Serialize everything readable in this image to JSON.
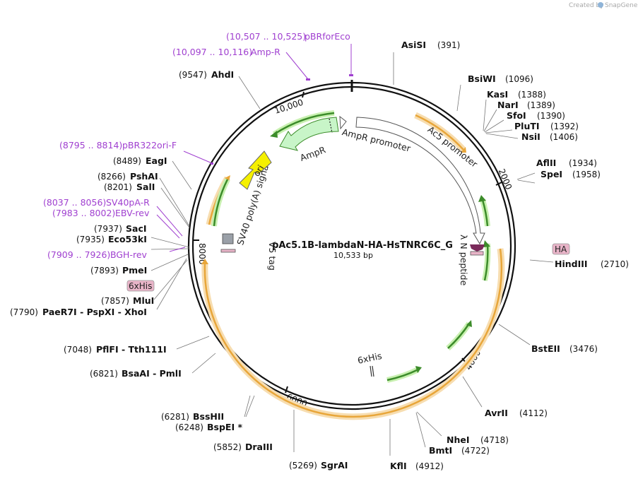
{
  "credit": {
    "created_by": "Created by",
    "brand": "SnapGene"
  },
  "plasmid": {
    "name": "pAc5.1B-lambdaN-HA-HsTNRC6C_G",
    "size": "10,533 bp",
    "length": 10533
  },
  "ruler": [
    {
      "label": "2000",
      "pos": 2000
    },
    {
      "label": "4000",
      "pos": 4000
    },
    {
      "label": "6000",
      "pos": 6000
    },
    {
      "label": "8000",
      "pos": 8000
    },
    {
      "label": "10,000",
      "pos": 10000
    }
  ],
  "enzymes": [
    {
      "name": "AsiSI",
      "num": "(391)",
      "side": "right"
    },
    {
      "name": "BsiWI",
      "num": "(1096)",
      "side": "right"
    },
    {
      "name": "KasI",
      "num": "(1388)",
      "side": "right"
    },
    {
      "name": "NarI",
      "num": "(1389)",
      "side": "right"
    },
    {
      "name": "SfoI",
      "num": "(1390)",
      "side": "right"
    },
    {
      "name": "PluTI",
      "num": "(1392)",
      "side": "right"
    },
    {
      "name": "NsiI",
      "num": "(1406)",
      "side": "right"
    },
    {
      "name": "AflII",
      "num": "(1934)",
      "side": "right"
    },
    {
      "name": "SpeI",
      "num": "(1958)",
      "side": "right"
    },
    {
      "name": "HindIII",
      "num": "(2710)",
      "side": "right"
    },
    {
      "name": "BstEII",
      "num": "(3476)",
      "side": "right"
    },
    {
      "name": "AvrII",
      "num": "(4112)",
      "side": "right"
    },
    {
      "name": "NheI",
      "num": "(4718)",
      "side": "right"
    },
    {
      "name": "BmtI",
      "num": "(4722)",
      "side": "right"
    },
    {
      "name": "KflI",
      "num": "(4912)",
      "side": "right"
    },
    {
      "name": "SgrAI",
      "num": "(5269)",
      "side": "left"
    },
    {
      "name": "DraIII",
      "num": "(5852)",
      "side": "left"
    },
    {
      "name": "BspEI *",
      "num": "(6248)",
      "side": "left"
    },
    {
      "name": "BssHII",
      "num": "(6281)",
      "side": "left"
    },
    {
      "name": "BsaAI  -  PmlI",
      "num": "(6821)",
      "side": "left"
    },
    {
      "name": "PflFI  -  Tth111I",
      "num": "(7048)",
      "side": "left"
    },
    {
      "name": "PaeR7I  -  PspXI  -  XhoI",
      "num": "(7790)",
      "side": "left"
    },
    {
      "name": "MluI",
      "num": "(7857)",
      "side": "left"
    },
    {
      "name": "PmeI",
      "num": "(7893)",
      "side": "left"
    },
    {
      "name": "Eco53kI",
      "num": "(7935)",
      "side": "left"
    },
    {
      "name": "SacI",
      "num": "(7937)",
      "side": "left"
    },
    {
      "name": "SalI",
      "num": "(8201)",
      "side": "left"
    },
    {
      "name": "PshAI",
      "num": "(8266)",
      "side": "left"
    },
    {
      "name": "EagI",
      "num": "(8489)",
      "side": "left"
    },
    {
      "name": "AhdI",
      "num": "(9547)",
      "side": "left"
    }
  ],
  "primers": [
    {
      "range": "(10,507 .. 10,525)",
      "name": "pBRforEco"
    },
    {
      "range": "(10,097 .. 10,116)",
      "name": "Amp-R"
    },
    {
      "range": "(8795 .. 8814)",
      "name": "pBR322ori-F"
    },
    {
      "range": "(8037 .. 8056)",
      "name": "SV40pA-R"
    },
    {
      "range": "(7983 .. 8002)",
      "name": "EBV-rev"
    },
    {
      "range": "(7909 .. 7926)",
      "name": "BGH-rev"
    }
  ],
  "tags": {
    "ha": "HA",
    "six_his": "6xHis"
  },
  "features": {
    "ampr": "AmpR",
    "ampr_promoter": "AmpR promoter",
    "ac5_promoter": "Ac5 promoter",
    "lambda_n": "λ N peptide",
    "six_his_inner": "6xHis",
    "v5_tag": "V5 tag",
    "sv40": "SV40 poly(A) signal",
    "ori": "ori"
  },
  "colors": {
    "primer": "#a040d0",
    "orf_orange": "#e8a63a",
    "orf_orange_glow": "#f7ddb0",
    "arrow_green": "#3c8c2a",
    "arrow_green_glow": "#c8f0b0",
    "ampr_fill": "#c8f5c8",
    "ori_fill": "#f5f000",
    "lambda_fill": "#7a2a5a",
    "tag_fill": "#e8b4c8",
    "v5_fill": "#9aa0a8"
  }
}
